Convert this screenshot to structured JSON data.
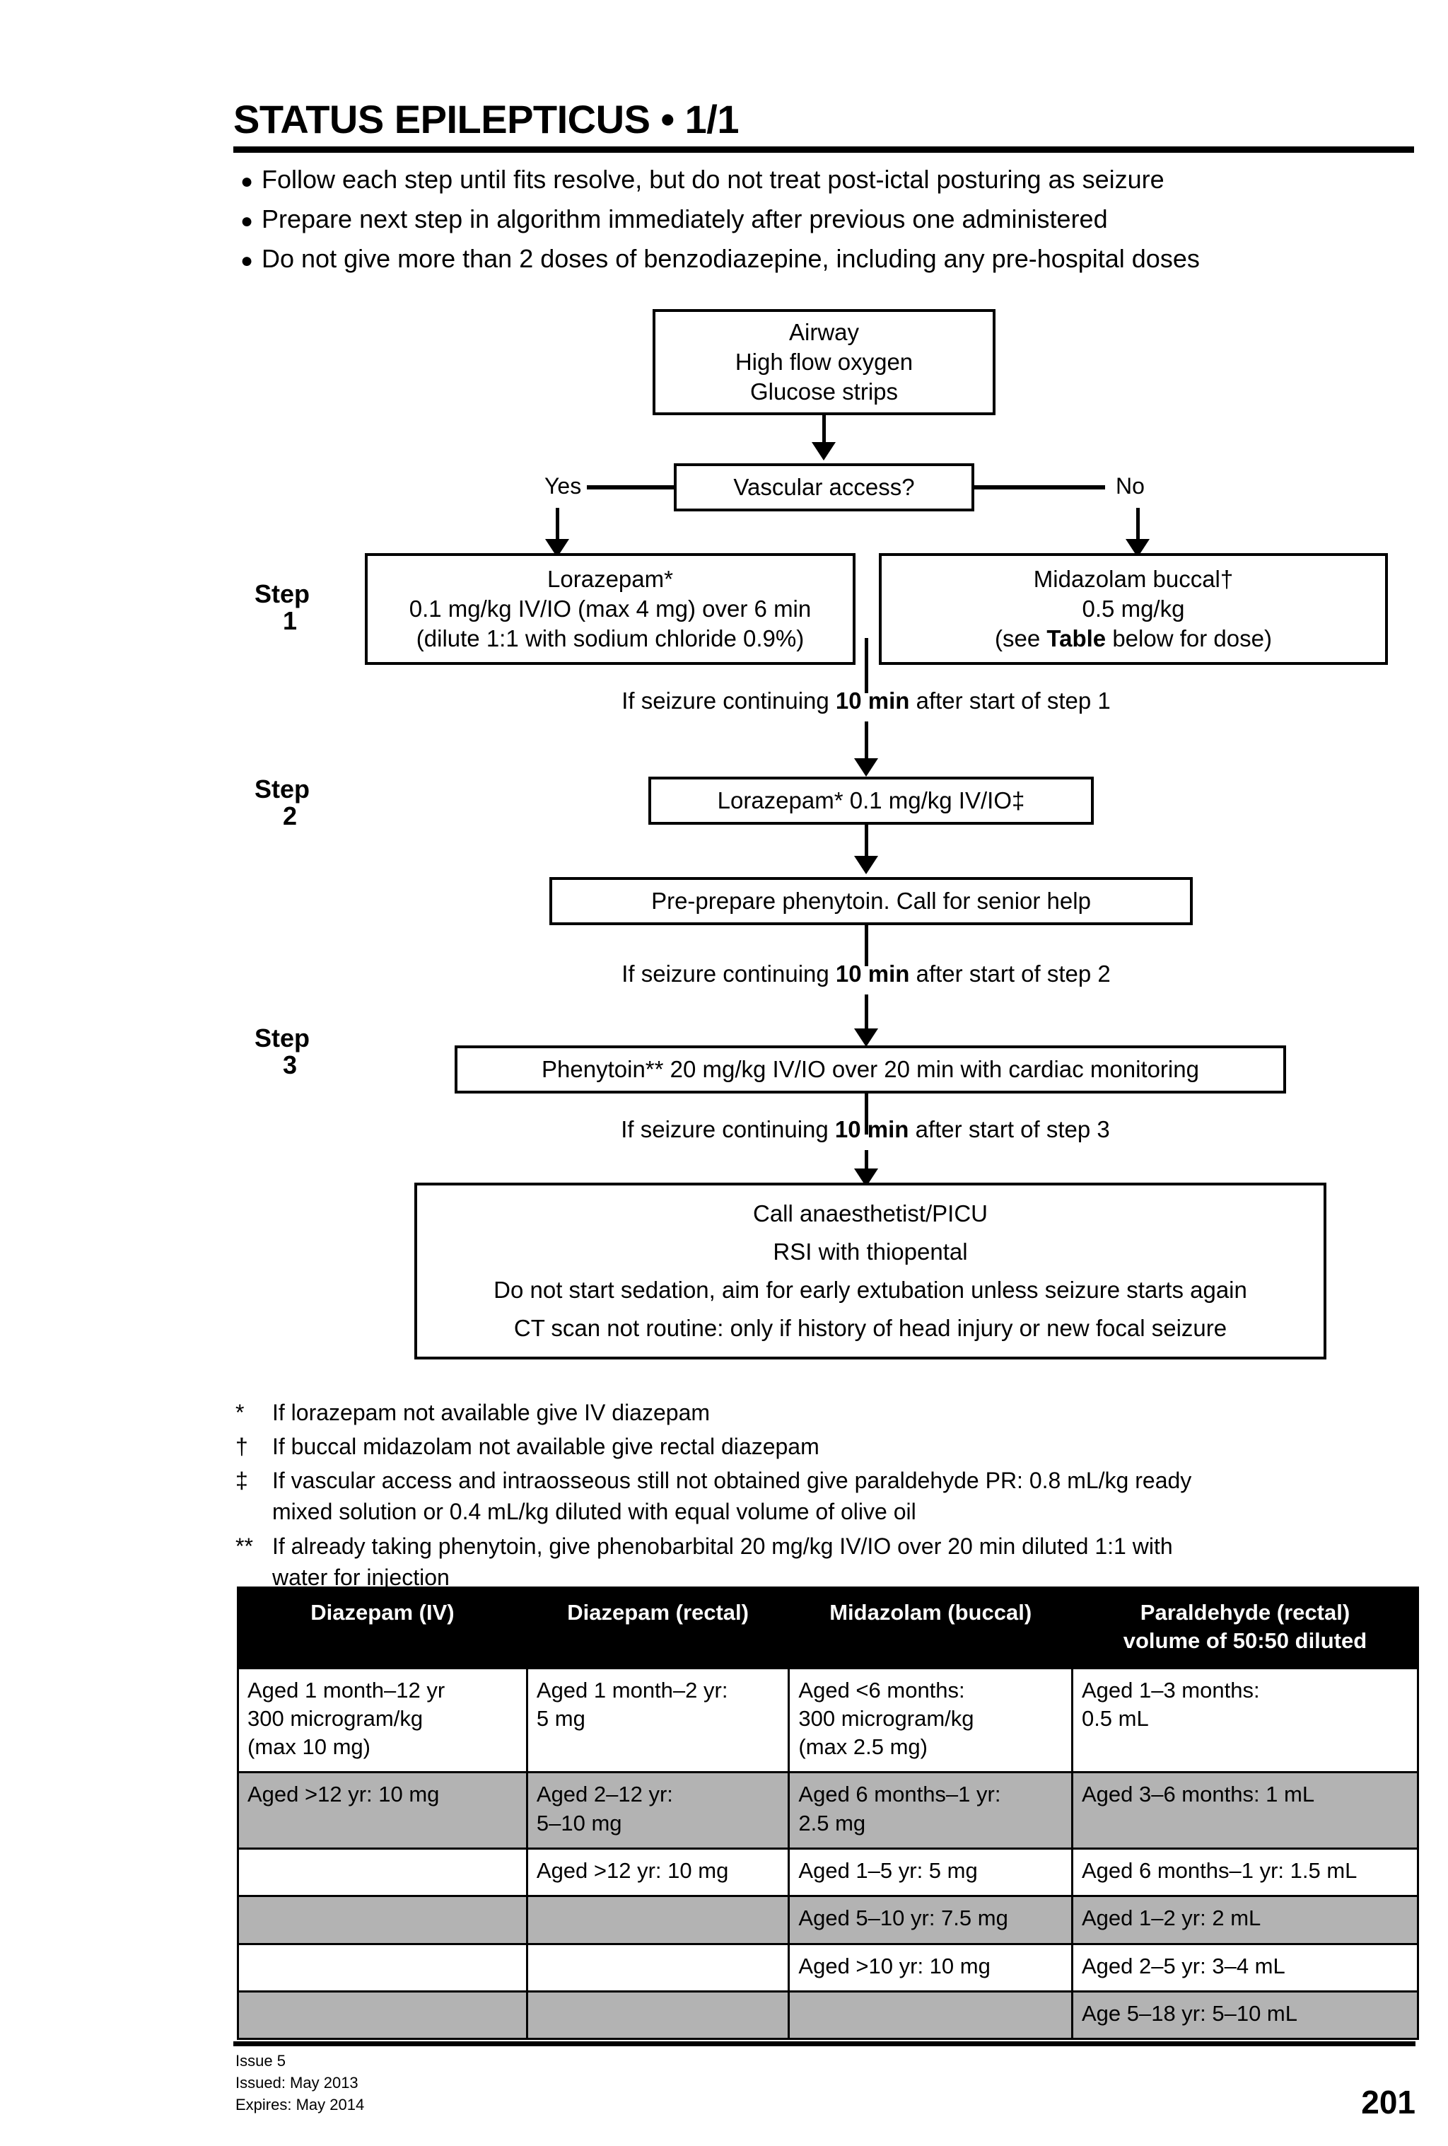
{
  "header": {
    "title": "STATUS EPILEPTICUS • 1/1"
  },
  "bullets": [
    {
      "dot": "●",
      "text": "Follow each step until fits resolve, but do not treat post-ictal posturing as seizure"
    },
    {
      "dot": "●",
      "text": "Prepare next step in algorithm immediately after previous one administered"
    },
    {
      "dot": "●",
      "text": "Do not give more than 2 doses of benzodiazepine, including any pre-hospital doses"
    }
  ],
  "flow": {
    "airway_box": {
      "line1": "Airway",
      "line2": "High flow oxygen",
      "line3": "Glucose strips"
    },
    "decision": {
      "label": "Vascular access?",
      "yes": "Yes",
      "no": "No"
    },
    "step1": {
      "label": "Step",
      "number": "1",
      "left_box": {
        "line1": "Lorazepam*",
        "line2": "0.1 mg/kg IV/IO (max 4 mg) over 6 min",
        "line3": "(dilute 1:1 with sodium chloride 0.9%)"
      },
      "right_box": {
        "line1": "Midazolam buccal†",
        "line2": "0.5 mg/kg",
        "line3_pre": "(see ",
        "line3_bold": "Table",
        "line3_post": " below for dose)"
      }
    },
    "transition1": {
      "pre": "If seizure continuing ",
      "bold": "10 min",
      "post": " after start of step 1"
    },
    "step2": {
      "label": "Step",
      "number": "2",
      "box": "Lorazepam* 0.1 mg/kg IV/IO‡"
    },
    "prepare_box": "Pre-prepare phenytoin. Call for senior help",
    "transition2": {
      "pre": "If seizure continuing ",
      "bold": "10 min",
      "post": " after start of step 2"
    },
    "step3": {
      "label": "Step",
      "number": "3",
      "box": "Phenytoin** 20 mg/kg IV/IO over 20 min with cardiac monitoring"
    },
    "transition3": {
      "pre": "If seizure continuing ",
      "bold": "10 min",
      "post": " after start of step 3"
    },
    "final_box": {
      "line1": "Call anaesthetist/PICU",
      "line2": "RSI with thiopental",
      "line3": "Do not start sedation, aim for early extubation unless seizure starts again",
      "line4": "CT scan not routine: only if history of head injury or new focal seizure"
    }
  },
  "footnotes": [
    {
      "mark": "*",
      "lines": [
        "If lorazepam not available give IV diazepam"
      ]
    },
    {
      "mark": "†",
      "lines": [
        "If buccal midazolam not available give rectal diazepam"
      ]
    },
    {
      "mark": "‡",
      "lines": [
        "If vascular access and intraosseous still not obtained give paraldehyde PR: 0.8 mL/kg ready",
        "mixed solution or 0.4 mL/kg diluted with equal volume of olive oil"
      ]
    },
    {
      "mark": "**",
      "lines": [
        "If already taking phenytoin, give phenobarbital 20 mg/kg IV/IO over 20 min diluted 1:1 with",
        "water for injection"
      ]
    }
  ],
  "table": {
    "headers": [
      {
        "line1": "Diazepam (IV)",
        "line2": ""
      },
      {
        "line1": "Diazepam (rectal)",
        "line2": ""
      },
      {
        "line1": "Midazolam (buccal)",
        "line2": ""
      },
      {
        "line1": "Paraldehyde (rectal)",
        "line2": "volume of 50:50 diluted"
      }
    ],
    "rows": [
      {
        "shaded": false,
        "cells": [
          [
            "Aged 1 month–12 yr",
            "300 microgram/kg",
            "(max 10 mg)"
          ],
          [
            "Aged 1 month–2 yr:",
            "5 mg"
          ],
          [
            "Aged <6 months:",
            "300 microgram/kg",
            "(max 2.5 mg)"
          ],
          [
            "Aged 1–3 months:",
            "0.5 mL"
          ]
        ]
      },
      {
        "shaded": true,
        "cells": [
          [
            "Aged >12 yr: 10 mg"
          ],
          [
            "Aged 2–12 yr:",
            "5–10 mg"
          ],
          [
            "Aged 6 months–1 yr:",
            "2.5 mg"
          ],
          [
            "Aged 3–6 months: 1 mL"
          ]
        ]
      },
      {
        "shaded": false,
        "cells": [
          [
            ""
          ],
          [
            "Aged >12 yr: 10 mg"
          ],
          [
            "Aged 1–5 yr: 5 mg"
          ],
          [
            "Aged 6 months–1 yr: 1.5 mL"
          ]
        ]
      },
      {
        "shaded": true,
        "cells": [
          [
            ""
          ],
          [
            ""
          ],
          [
            "Aged 5–10 yr: 7.5 mg"
          ],
          [
            "Aged 1–2 yr: 2 mL"
          ]
        ]
      },
      {
        "shaded": false,
        "cells": [
          [
            ""
          ],
          [
            ""
          ],
          [
            "Aged >10 yr: 10 mg"
          ],
          [
            "Aged 2–5 yr: 3–4 mL"
          ]
        ]
      },
      {
        "shaded": true,
        "cells": [
          [
            ""
          ],
          [
            ""
          ],
          [
            ""
          ],
          [
            "Age 5–18 yr: 5–10 mL"
          ]
        ]
      }
    ]
  },
  "footer": {
    "issue": "Issue 5",
    "issued": "Issued: May 2013",
    "expires": "Expires: May 2014",
    "page_number": "201"
  }
}
